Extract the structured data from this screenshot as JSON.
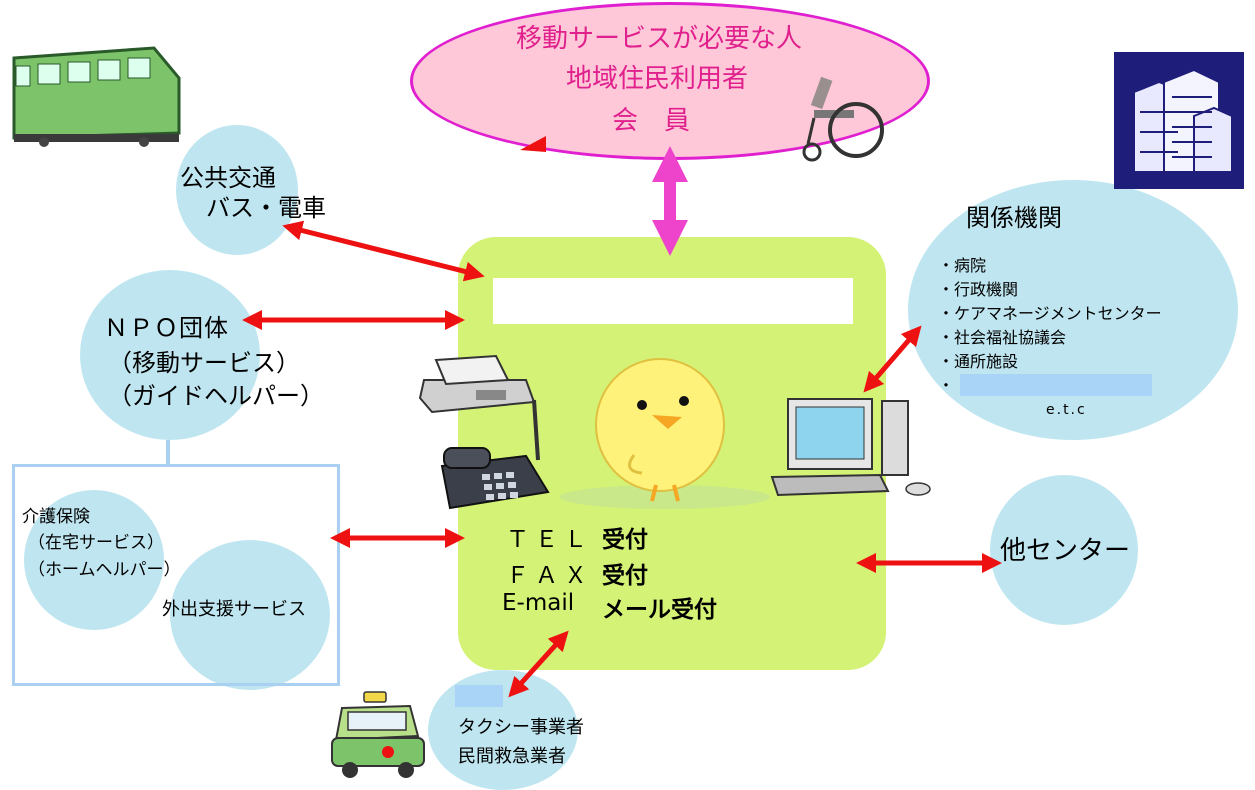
{
  "colors": {
    "circle": "#bfe6f0",
    "center_box": "#d4f275",
    "ellipse_fill": "#ffc8d8",
    "ellipse_stroke": "#e020d0",
    "ellipse_text": "#e0208c",
    "arrow_red": "#ee1111",
    "arrow_pink": "#ee44cc",
    "highlight": "#a9d3f7",
    "frame": "#a9d0f0"
  },
  "top_ellipse": {
    "line1": "移動サービスが必要な人",
    "line2": "地域住民利用者",
    "line3": "会　員"
  },
  "public_transport": {
    "line1": "公共交通",
    "line2": "バス・電車"
  },
  "npo": {
    "line1": "ＮＰＯ団体",
    "line2": "（移動サービス）",
    "line3": "（ガイドヘルパー）"
  },
  "care": {
    "line1": "介護保険",
    "line2": "（在宅サービス）",
    "line3": "（ホームヘルパー）",
    "line4": "外出支援サービス"
  },
  "related": {
    "title": "関係機関",
    "items": [
      "・病院",
      "・行政機関",
      "・ケアマネージメントセンター",
      "・社会福祉協議会",
      "・通所施設",
      "・"
    ],
    "etc": "e.t.c"
  },
  "center": {
    "tel_label": "ＴＥＬ",
    "tel_text": "受付",
    "fax_label": "ＦＡＸ",
    "fax_text": "受付",
    "email_label": "E-mail",
    "email_text": "メール受付"
  },
  "other_center": {
    "text": "他センター"
  },
  "taxi": {
    "line1": "タクシー事業者",
    "line2": "民間救急業者"
  },
  "icons": [
    "train-icon",
    "wheelchair-icon",
    "building-icon",
    "fax-machine-icon",
    "telephone-icon",
    "chick-mascot-icon",
    "computer-icon",
    "taxi-icon"
  ]
}
